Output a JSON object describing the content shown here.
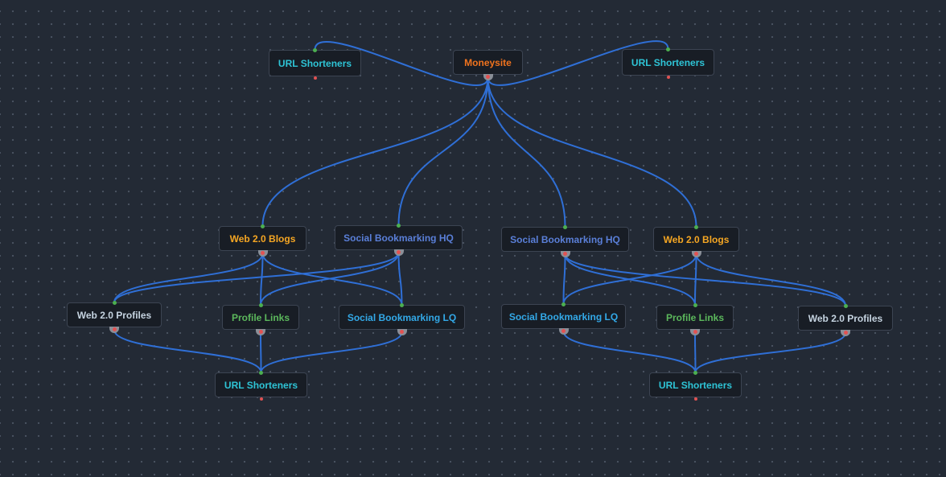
{
  "colors": {
    "background": "#232a35",
    "edge": "#2f6fd6",
    "input_port": "#4caf50",
    "output_port": "#e25252",
    "moneysite": "#f0731e",
    "web20_blogs": "#f5a623",
    "social_hq": "#5a7fd8",
    "social_lq": "#33a9e8",
    "profile_links": "#5cb85c",
    "web20_profiles": "#c5d3e0",
    "url_shorteners": "#2ec4d6"
  },
  "nodes": [
    {
      "id": "moneysite",
      "label": "Moneysite",
      "color": "moneysite"
    },
    {
      "id": "url-top-left",
      "label": "URL Shorteners",
      "color": "url_shorteners"
    },
    {
      "id": "url-top-right",
      "label": "URL Shorteners",
      "color": "url_shorteners"
    },
    {
      "id": "web20-blogs-left",
      "label": "Web 2.0 Blogs",
      "color": "web20_blogs"
    },
    {
      "id": "social-hq-left",
      "label": "Social Bookmarking HQ",
      "color": "social_hq"
    },
    {
      "id": "social-hq-right",
      "label": "Social Bookmarking HQ",
      "color": "social_hq"
    },
    {
      "id": "web20-blogs-right",
      "label": "Web 2.0 Blogs",
      "color": "web20_blogs"
    },
    {
      "id": "web20-profiles-left",
      "label": "Web 2.0 Profiles",
      "color": "web20_profiles"
    },
    {
      "id": "profile-links-left",
      "label": "Profile Links",
      "color": "profile_links"
    },
    {
      "id": "social-lq-left",
      "label": "Social Bookmarking LQ",
      "color": "social_lq"
    },
    {
      "id": "social-lq-right",
      "label": "Social Bookmarking LQ",
      "color": "social_lq"
    },
    {
      "id": "profile-links-right",
      "label": "Profile Links",
      "color": "profile_links"
    },
    {
      "id": "web20-profiles-right",
      "label": "Web 2.0 Profiles",
      "color": "web20_profiles"
    },
    {
      "id": "url-bottom-left",
      "label": "URL Shorteners",
      "color": "url_shorteners"
    },
    {
      "id": "url-bottom-right",
      "label": "URL Shorteners",
      "color": "url_shorteners"
    }
  ],
  "edges": [
    [
      "moneysite",
      "url-top-left"
    ],
    [
      "moneysite",
      "url-top-right"
    ],
    [
      "moneysite",
      "web20-blogs-left"
    ],
    [
      "moneysite",
      "social-hq-left"
    ],
    [
      "moneysite",
      "social-hq-right"
    ],
    [
      "moneysite",
      "web20-blogs-right"
    ],
    [
      "web20-blogs-left",
      "profile-links-left"
    ],
    [
      "web20-blogs-left",
      "social-lq-left"
    ],
    [
      "web20-blogs-left",
      "web20-profiles-left"
    ],
    [
      "social-hq-left",
      "web20-profiles-left"
    ],
    [
      "social-hq-left",
      "profile-links-left"
    ],
    [
      "social-hq-left",
      "social-lq-left"
    ],
    [
      "social-hq-right",
      "social-lq-right"
    ],
    [
      "social-hq-right",
      "profile-links-right"
    ],
    [
      "social-hq-right",
      "web20-profiles-right"
    ],
    [
      "web20-blogs-right",
      "social-lq-right"
    ],
    [
      "web20-blogs-right",
      "profile-links-right"
    ],
    [
      "web20-blogs-right",
      "web20-profiles-right"
    ],
    [
      "web20-profiles-left",
      "url-bottom-left"
    ],
    [
      "profile-links-left",
      "url-bottom-left"
    ],
    [
      "social-lq-left",
      "url-bottom-left"
    ],
    [
      "social-lq-right",
      "url-bottom-right"
    ],
    [
      "profile-links-right",
      "url-bottom-right"
    ],
    [
      "web20-profiles-right",
      "url-bottom-right"
    ]
  ]
}
